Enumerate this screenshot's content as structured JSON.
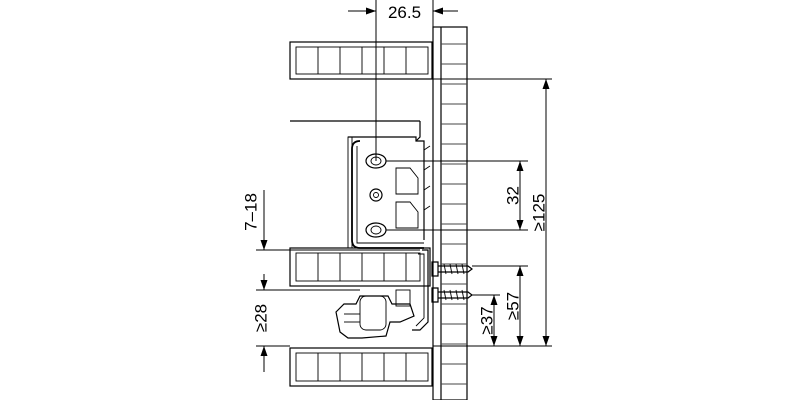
{
  "dimensions": {
    "d_26_5": "26.5",
    "d_7_18": "7–18",
    "d_32": "32",
    "d_125": "≥125",
    "d_57": "≥57",
    "d_37": "≥37",
    "d_28": "≥28"
  }
}
